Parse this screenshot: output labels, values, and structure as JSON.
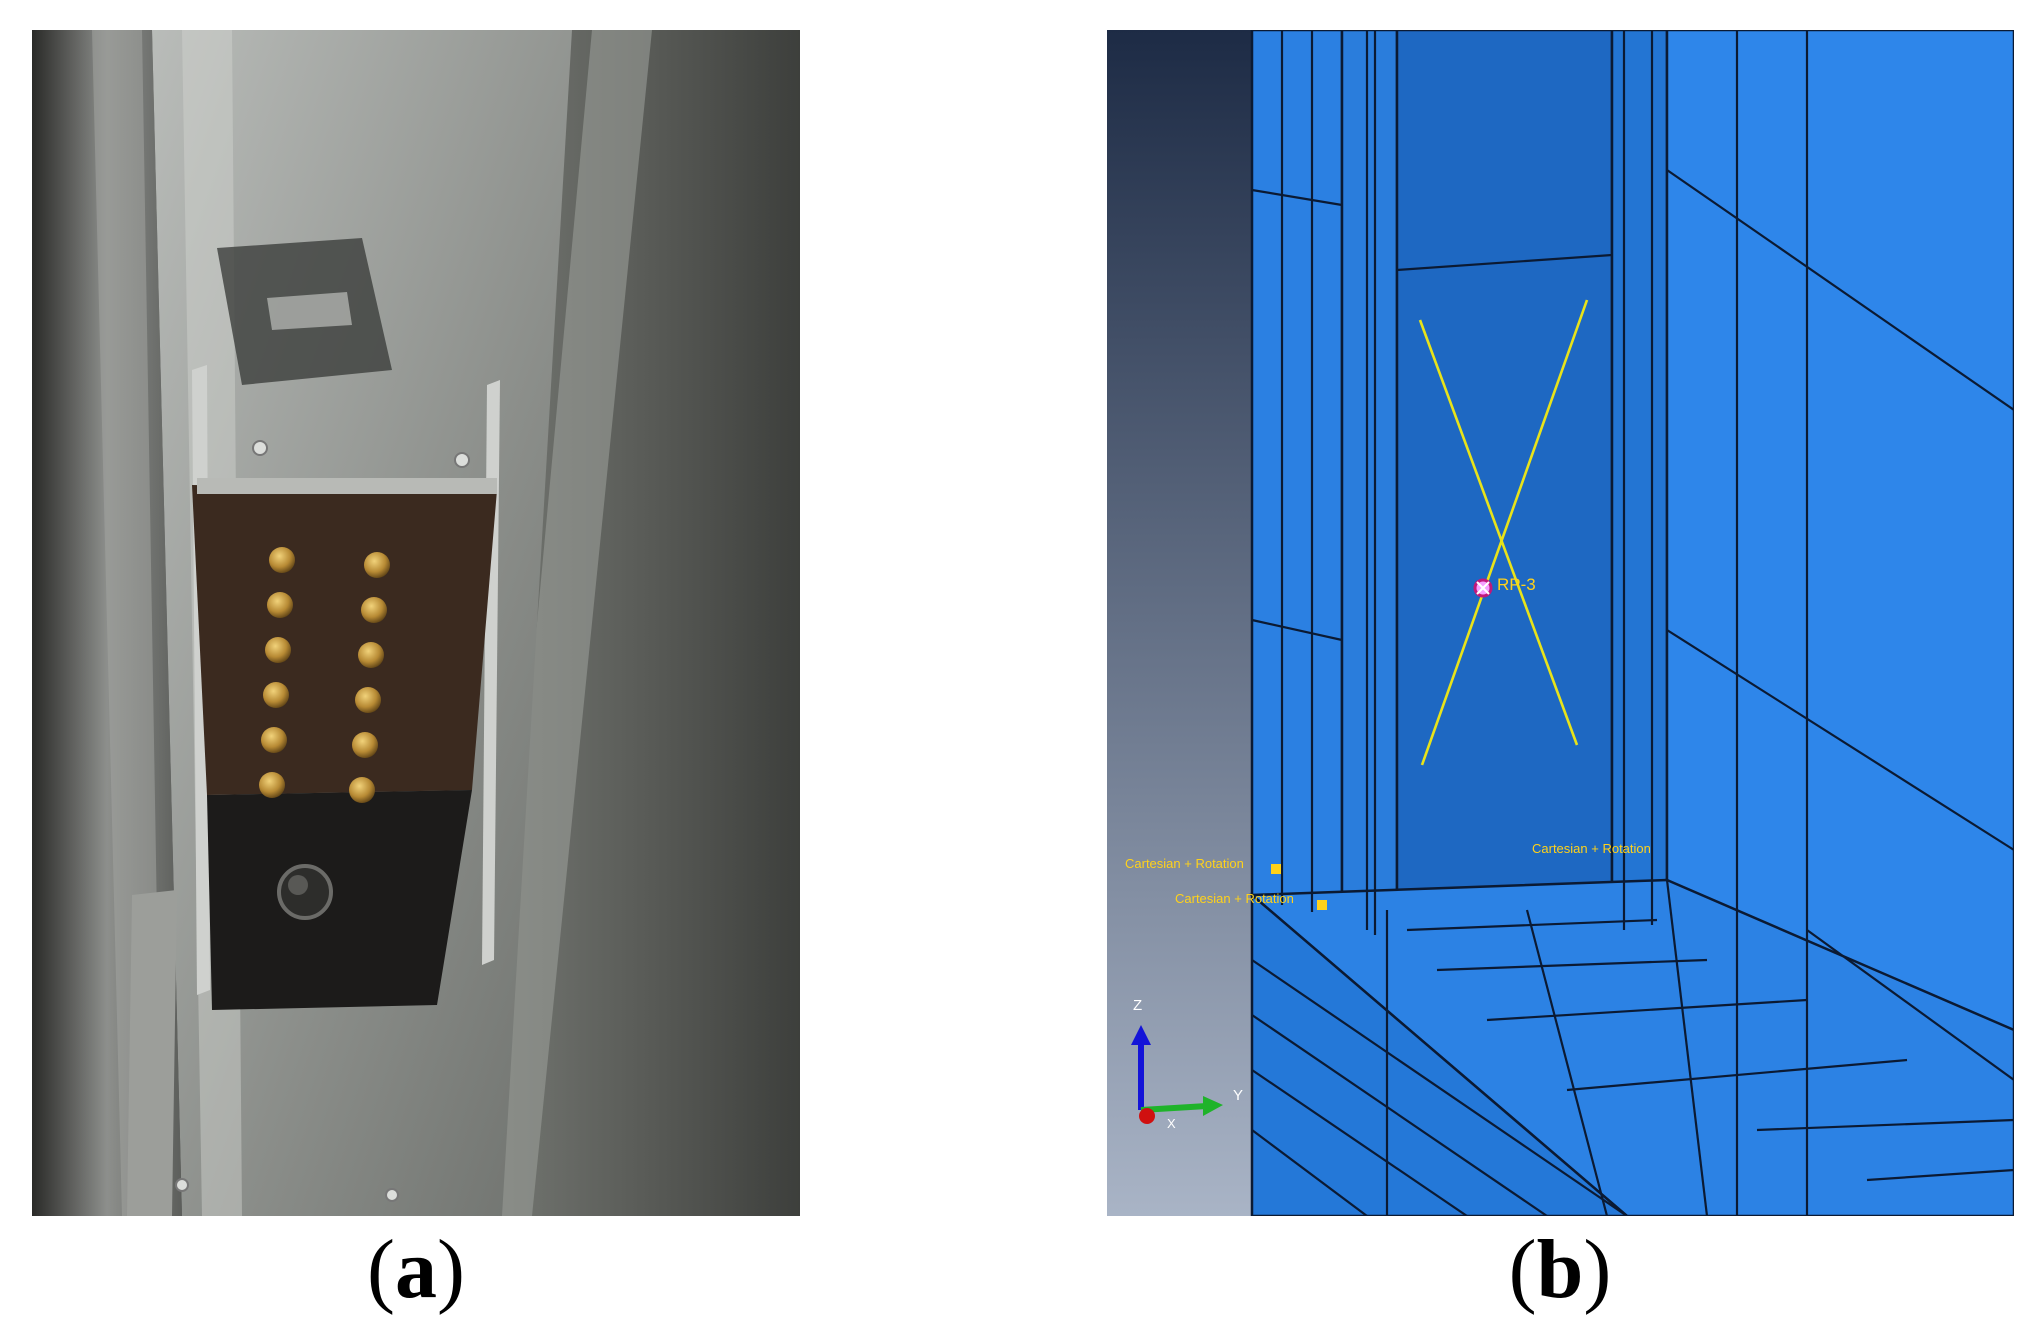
{
  "captions": {
    "a": "a",
    "b": "b"
  },
  "fe_model": {
    "reference_point": "RP-3",
    "connector_labels": [
      "Cartesian + Rotation",
      "Cartesian + Rotation",
      "Cartesian + Rotation"
    ],
    "axes": {
      "z": "Z",
      "y": "Y",
      "x": "X"
    },
    "colors": {
      "part": "#2a7fe0",
      "edge": "#0b1a33",
      "background_top": "#1d2b45",
      "background_bottom": "#a9b4c6",
      "label": "#ffd21a"
    }
  },
  "photo": {
    "bolt_rows": 6,
    "bolt_columns": 2
  }
}
